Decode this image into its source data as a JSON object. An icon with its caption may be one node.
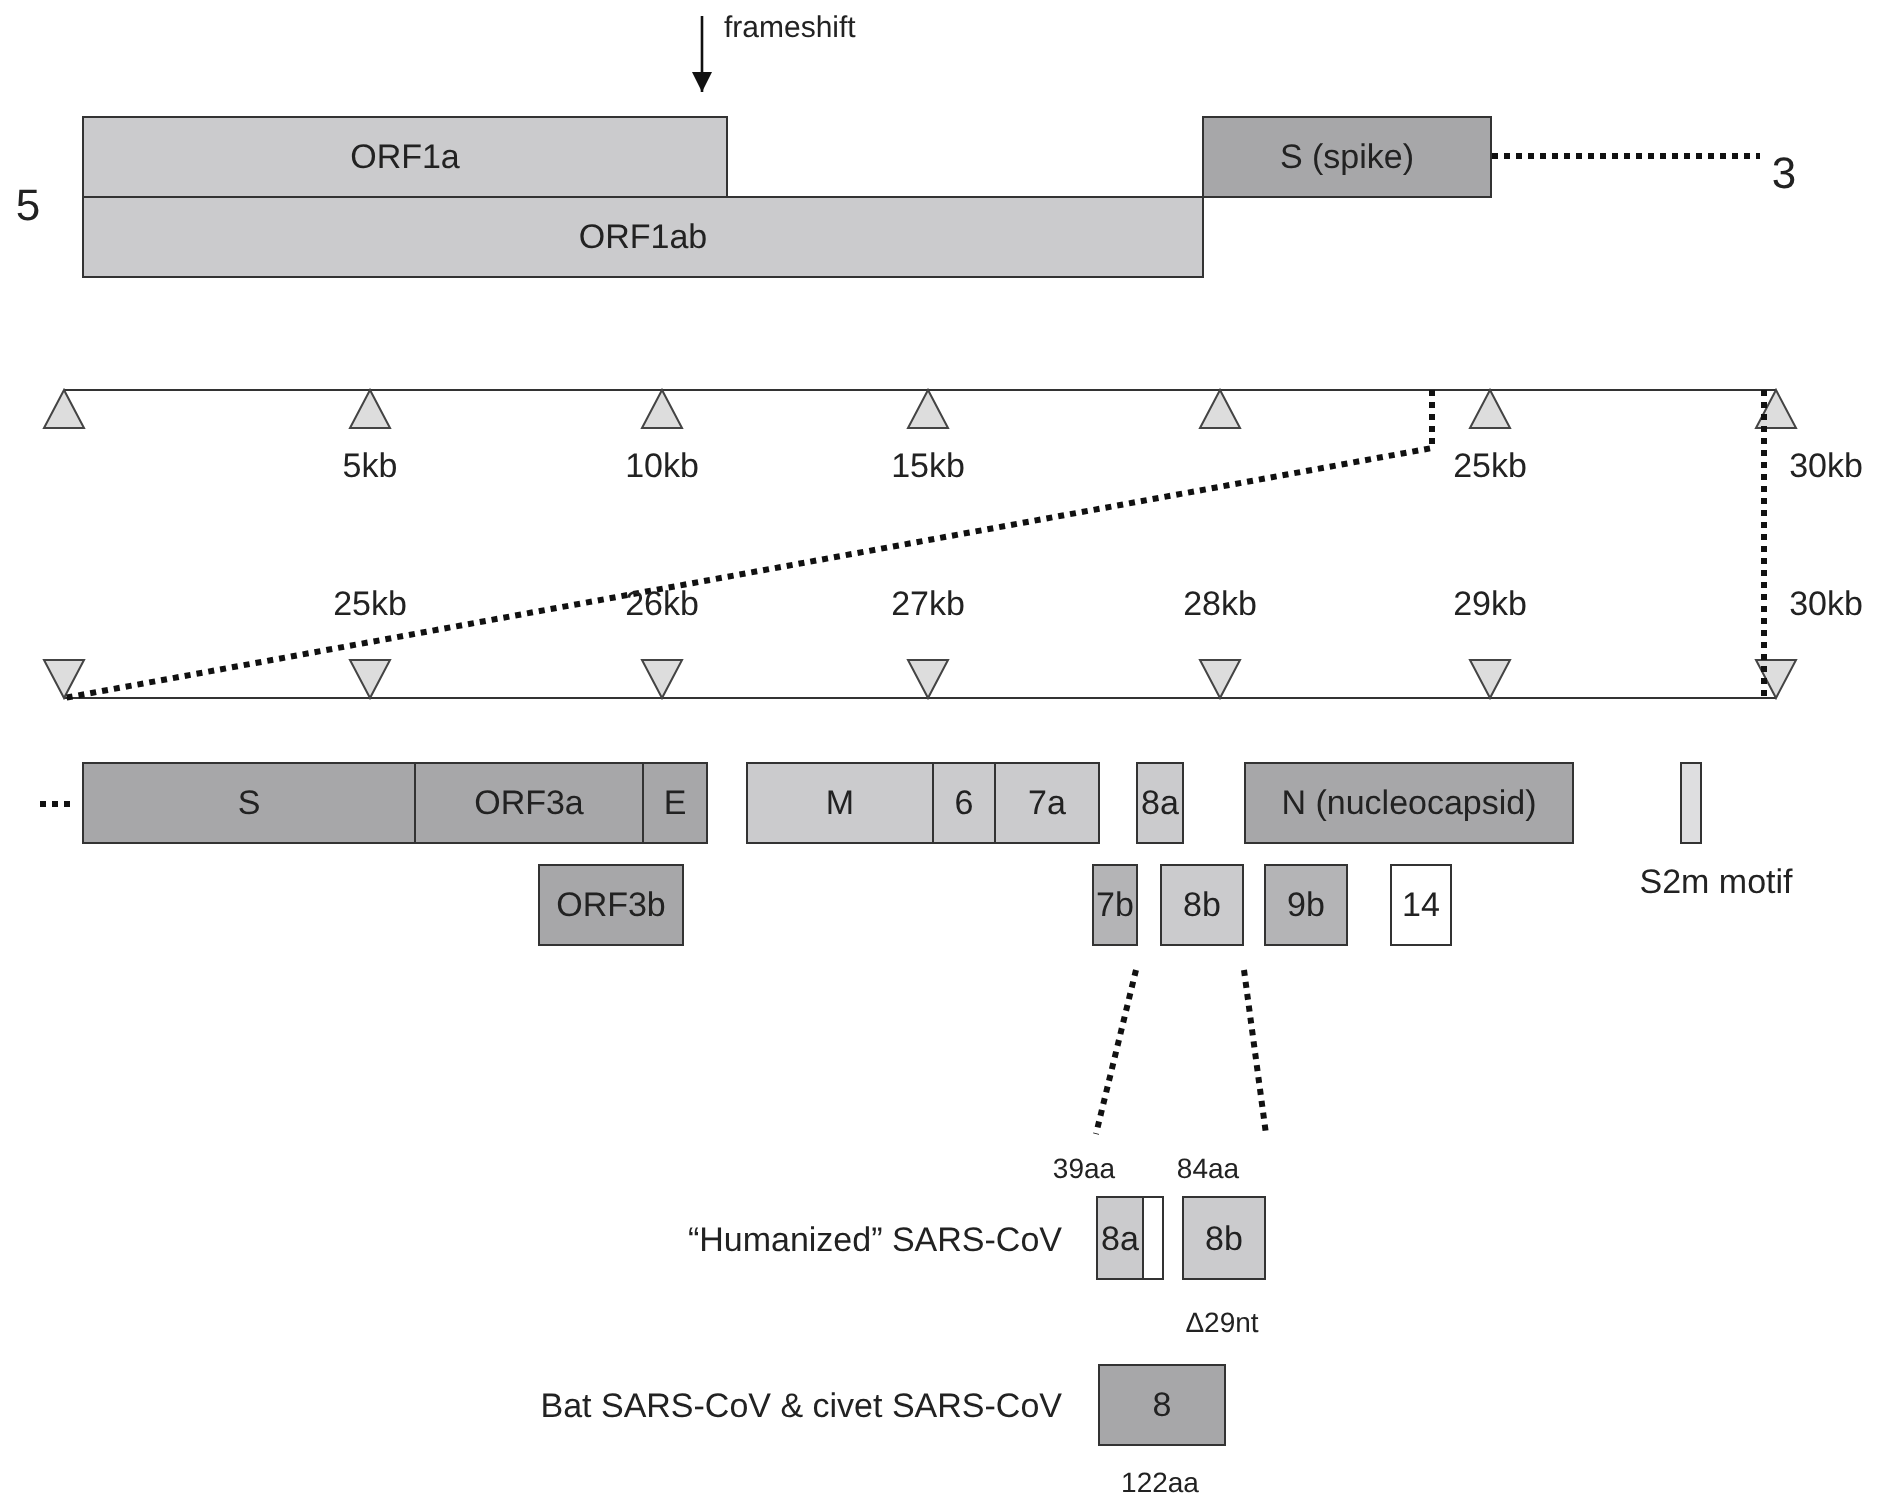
{
  "diagram": {
    "nodes": [
      {
        "text": [
          "ORF1a"
        ]
      },
      {
        "text": [
          "ORF1ab"
        ]
      },
      {
        "text": [
          "S (spike)"
        ]
      },
      {
        "text": [
          "S"
        ]
      },
      {
        "text": [
          "ORF3a"
        ]
      },
      {
        "text": [
          "E"
        ]
      },
      {
        "text": [
          "M"
        ]
      },
      {
        "text": [
          "6"
        ]
      },
      {
        "text": [
          "7a"
        ]
      },
      {
        "text": [
          "8a"
        ]
      },
      {
        "text": [
          "N (nucleocapsid)"
        ]
      },
      {
        "text": [],
        "shape": "box",
        "beside": [
          "S2m motif"
        ]
      },
      {
        "text": [
          "ORF3b"
        ]
      },
      {
        "text": [
          "7b"
        ]
      },
      {
        "text": [
          "8b"
        ]
      },
      {
        "text": [
          "9b"
        ]
      },
      {
        "text": [
          "14"
        ]
      },
      {
        "text": [
          "8a"
        ],
        "beside": [
          "39aa"
        ]
      },
      {
        "text": [],
        "shape": "box"
      },
      {
        "text": [
          "8b"
        ],
        "beside": [
          "84aa",
          "Δ29nt"
        ]
      },
      {
        "text": [
          "8"
        ],
        "beside": [
          "122aa"
        ]
      }
    ],
    "labels": [
      "frameshift",
      "5",
      "3",
      "5kb",
      "10kb",
      "15kb",
      "25kb",
      "30kb",
      "25kb",
      "26kb",
      "27kb",
      "28kb",
      "29kb",
      "30kb",
      "“Humanized” SARS-CoV",
      "Bat SARS-CoV & civet SARS-CoV"
    ]
  }
}
